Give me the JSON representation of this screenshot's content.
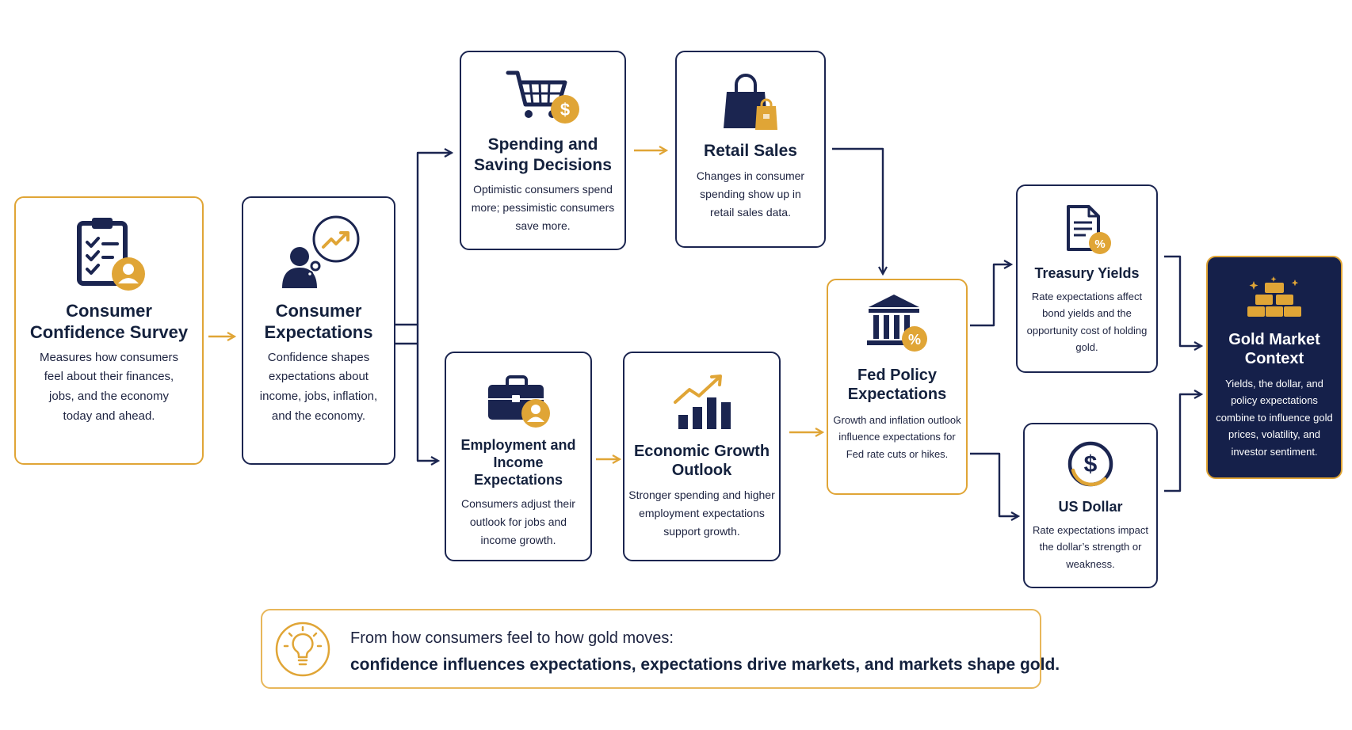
{
  "colors": {
    "navy": "#1b2550",
    "gold": "#e0a536",
    "dark_panel": "#15204a"
  },
  "nodes": {
    "consumer_confidence_survey": {
      "icon": "clipboard-person-icon",
      "title": "Consumer Confidence Survey",
      "desc": "Measures how consumers feel about their finances, jobs, and the economy today and ahead."
    },
    "consumer_expectations": {
      "icon": "person-thought-bubble-icon",
      "title": "Consumer Expectations",
      "desc": "Confidence shapes expectations about income, jobs, inflation, and the economy."
    },
    "spending_saving": {
      "icon": "shopping-cart-dollar-icon",
      "title": "Spending and Saving Decisions",
      "desc": "Optimistic consumers spend more; pessimistic consumers save more."
    },
    "retail_sales": {
      "icon": "shopping-bag-icon",
      "title": "Retail Sales",
      "desc": "Changes in consumer spending show up in retail sales data."
    },
    "employment_income": {
      "icon": "briefcase-person-icon",
      "title": "Employment and Income Expectations",
      "desc": "Consumers adjust their outlook for jobs and income growth."
    },
    "economic_growth": {
      "icon": "bar-chart-growth-icon",
      "title": "Economic Growth Outlook",
      "desc": "Stronger spending and higher employment expectations support growth."
    },
    "fed_policy": {
      "icon": "bank-percent-icon",
      "title": "Fed Policy Expectations",
      "desc": "Growth and inflation outlook influence expectations for Fed rate cuts or hikes."
    },
    "treasury_yields": {
      "icon": "document-percent-icon",
      "title": "Treasury Yields",
      "desc": "Rate expectations affect bond yields and the opportunity cost of holding gold."
    },
    "us_dollar": {
      "icon": "dollar-circle-icon",
      "title": "US Dollar",
      "desc": "Rate expectations impact the dollar’s strength or weakness."
    },
    "gold_market": {
      "icon": "gold-bars-icon",
      "title": "Gold Market Context",
      "desc": "Yields, the dollar, and policy expectations combine to influence gold prices, volatility, and investor sentiment."
    }
  },
  "callout": {
    "icon": "lightbulb-icon",
    "line1": "From how consumers feel to how gold moves:",
    "line2": "confidence influences expectations, expectations drive markets, and markets shape gold."
  }
}
